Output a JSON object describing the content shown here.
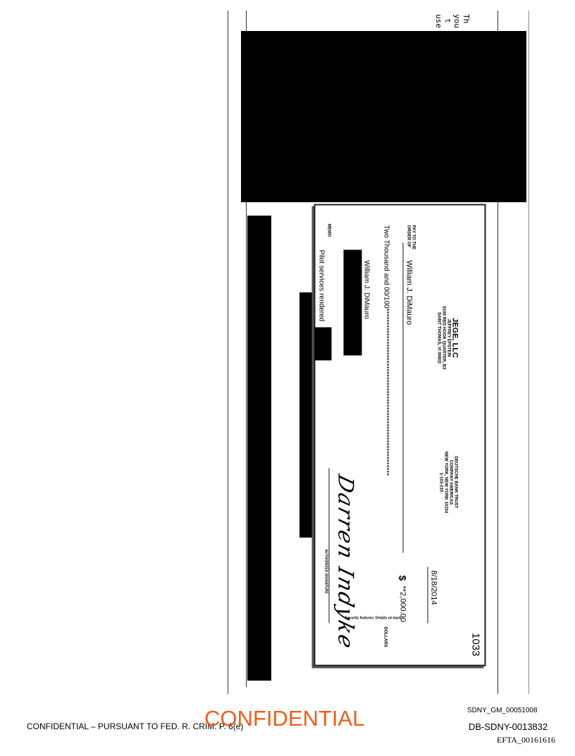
{
  "top_fragment": [
    "Th",
    "you",
    "t",
    "use"
  ],
  "check": {
    "number": "1033",
    "company": {
      "name": "JEGE, LLC",
      "lines": [
        "JEFFREY EPSTEIN",
        "6100 RED HOOK QUARTER, B3",
        "SAINT THOMAS, VI 00802"
      ]
    },
    "bank": {
      "lines": [
        "DEUTSCHE BANK TRUST",
        "COMPANY AMERICAS",
        "NEW YORK, NEW YORK 10154",
        "1-103-210"
      ]
    },
    "date": "8/18/2014",
    "pay_to_label": "PAY TO THE ORDER OF",
    "payee": "William J. DiMauro",
    "amount_symbol": "$",
    "amount": "**2,000.00",
    "amount_words": "Two Thousand and 00/100*************************************************************",
    "dollars_label": "DOLLARS",
    "address_name": "William J. DiMauro",
    "memo_label": "MEMO",
    "memo": "Pilot services rendered",
    "signature_label": "AUTHORIZED SIGNATURE",
    "signature": "Darren Indyke",
    "security_note": "Security features. Details on back."
  },
  "footer": {
    "left": "CONFIDENTIAL – PURSUANT TO FED. R. CRIM. P. 6(e)",
    "stamp": "CONFIDENTIAL",
    "stamp_color": "#f25c1c",
    "bates_1": "SDNY_GM_00051008",
    "bates_2": "DB-SDNY-0013832",
    "efta": "EFTA_00161616"
  }
}
